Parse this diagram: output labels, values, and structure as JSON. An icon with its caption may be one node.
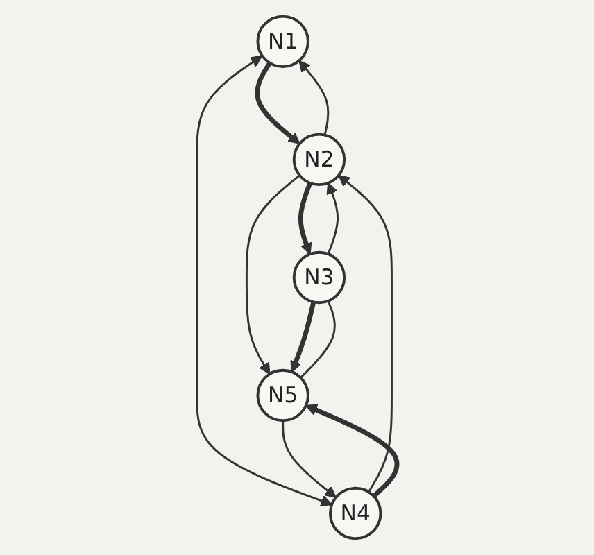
{
  "diagram": {
    "nodes": [
      {
        "text": [
          "N1"
        ]
      },
      {
        "text": [
          "N2"
        ]
      },
      {
        "text": [
          "N3"
        ]
      },
      {
        "text": [
          "N4"
        ]
      },
      {
        "text": [
          "N5"
        ]
      }
    ],
    "edges": [
      {
        "from": 0,
        "to": 1,
        "arrow": "to",
        "style": "thick"
      },
      {
        "from": 1,
        "to": 0,
        "arrow": "to"
      },
      {
        "from": 1,
        "to": 2,
        "arrow": "to",
        "style": "thick"
      },
      {
        "from": 2,
        "to": 1,
        "arrow": "to"
      },
      {
        "from": 0,
        "to": 3,
        "arrow": "both"
      },
      {
        "from": 3,
        "to": 1,
        "arrow": "to"
      },
      {
        "from": 1,
        "to": 4,
        "arrow": "to"
      },
      {
        "from": 2,
        "to": 4,
        "arrow": "to",
        "style": "thick"
      },
      {
        "from": 4,
        "to": 3,
        "arrow": "to"
      },
      {
        "from": 3,
        "to": 4,
        "arrow": "to",
        "style": "thick"
      },
      {
        "from": 2,
        "to": 4,
        "arrow": "none"
      }
    ]
  }
}
